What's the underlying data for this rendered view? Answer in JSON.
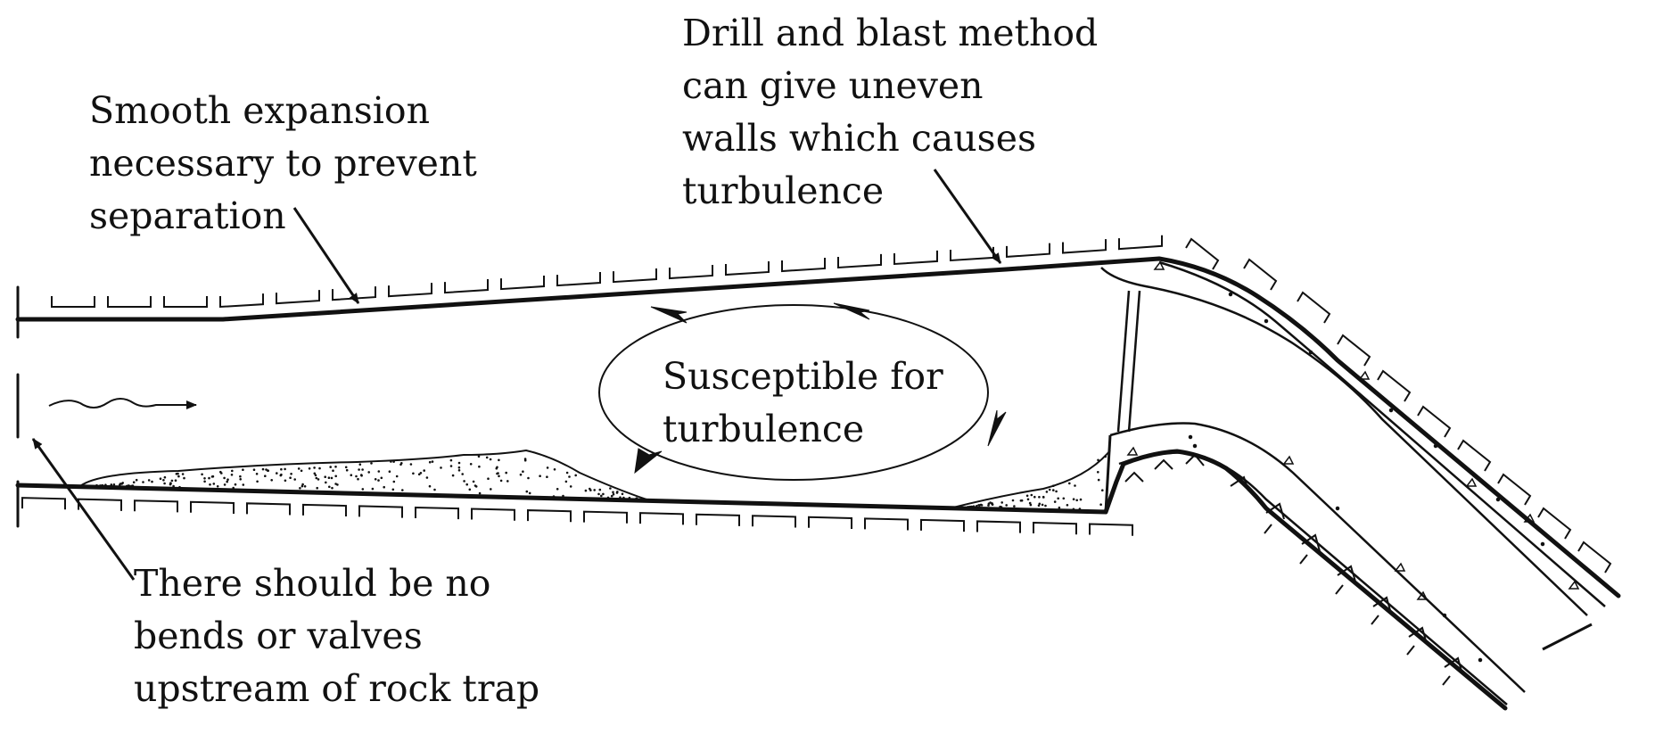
{
  "labels": {
    "smooth_expansion": [
      "Smooth expansion",
      "necessary to prevent",
      "separation"
    ],
    "drill_blast": [
      "Drill and blast method",
      "can give uneven",
      "walls which causes",
      "turbulence"
    ],
    "turbulence_zone": [
      "Susceptible for",
      "turbulence"
    ],
    "no_bends": [
      "There should be no",
      "bends or valves",
      "upstream of rock trap"
    ]
  },
  "colors": {
    "line": "#111111",
    "background": "#ffffff"
  }
}
